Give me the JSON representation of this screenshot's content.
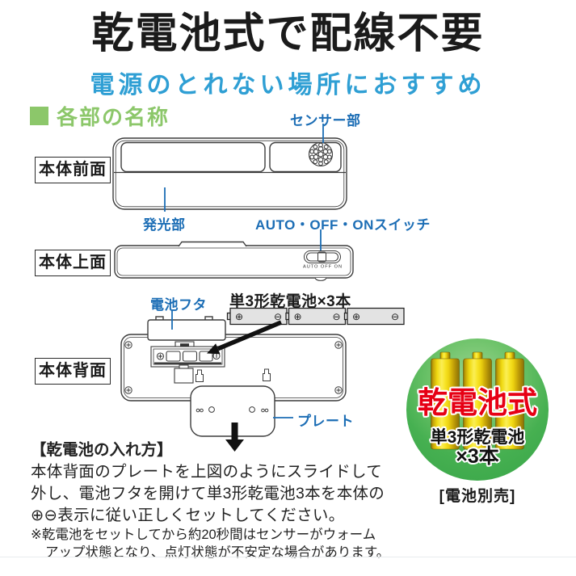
{
  "header": {
    "title": "乾電池式で配線不要",
    "subtitle": "電源のとれない場所におすすめ"
  },
  "section": {
    "title": "各部の名称"
  },
  "front_view": {
    "name_label": "本体前面",
    "sensor_label": "センサー部",
    "light_label": "発光部",
    "switch_label": "AUTO・OFF・ONスイッチ"
  },
  "top_view": {
    "name_label": "本体上面",
    "switch_text": "AUTO OFF ON"
  },
  "back_view": {
    "name_label": "本体背面",
    "cover_label": "電池フタ",
    "batteries_label": "単3形乾電池×3本",
    "plate_label": "プレート"
  },
  "symbols": {
    "plus": "⊕",
    "minus": "⊖"
  },
  "badge": {
    "title": "乾電池式",
    "line1": "単3形乾電池",
    "line2": "×3本",
    "note": "[電池別売]"
  },
  "instructions": {
    "heading": "【乾電池の入れ方】",
    "lines": [
      "本体背面のプレートを上図のようにスライドして",
      "外し、電池フタを開けて単3形乾電池3本を本体の",
      "⊕⊖表示に従い正しくセットしてください。"
    ],
    "notes": [
      "※乾電池をセットしてから約20秒間はセンサーがウォーム",
      "アップ状態となり、点灯状態が不安定な場合があります。"
    ]
  },
  "colors": {
    "subtitle_blue": "#2f9fd4",
    "label_blue": "#1b6db5",
    "section_green": "#8cc76a",
    "badge_green": "#3aa849",
    "badge_red": "#e60014",
    "battery_yellow": "#f2d90e",
    "line_art": "#3c3c3c"
  }
}
